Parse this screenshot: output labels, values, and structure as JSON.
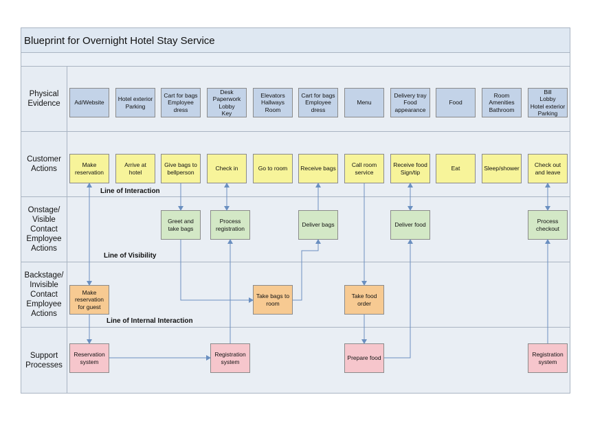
{
  "title": "Blueprint for Overnight Hotel Stay Service",
  "lanes": {
    "physical": "Physical\nEvidence",
    "customer": "Customer\nActions",
    "onstage": "Onstage/\nVisible\nContact\nEmployee\nActions",
    "backstage": "Backstage/\nInvisible\nContact\nEmployee\nActions",
    "support": "Support\nProcesses"
  },
  "lines": {
    "interaction": "Line of Interaction",
    "visibility": "Line of Visibility",
    "internal": "Line of Internal Interaction"
  },
  "physical_evidence": [
    "Ad/Website",
    "Hotel exterior\nParking",
    "Cart for bags\nEmployee\ndress",
    "Desk\nPaperwork\nLobby\nKey",
    "Elevators\nHallways\nRoom",
    "Cart for bags\nEmployee\ndress",
    "Menu",
    "Delivery tray\nFood\nappearance",
    "Food",
    "Room\nAmenities\nBathroom",
    "Bill\nLobby\nHotel exterior\nParking"
  ],
  "customer_actions": [
    "Make\nreservation",
    "Arrive at hotel",
    "Give bags to\nbellperson",
    "Check in",
    "Go to room",
    "Receive bags",
    "Call room\nservice",
    "Receive food\nSign/tip",
    "Eat",
    "Sleep/shower",
    "Check out\nand leave"
  ],
  "onstage_actions": {
    "greet": "Greet and\ntake bags",
    "process_reg": "Process\nregistration",
    "deliver_bags": "Deliver bags",
    "deliver_food": "Deliver food",
    "process_checkout": "Process\ncheckout"
  },
  "backstage_actions": {
    "make_res_guest": "Make\nreservation\nfor guest",
    "take_bags": "Take bags to\nroom",
    "take_food": "Take food\norder"
  },
  "support_processes": {
    "res_system": "Reservation\nsystem",
    "reg_system_1": "Registration\nsystem",
    "prepare_food": "Prepare food",
    "reg_system_2": "Registration\nsystem"
  },
  "colors": {
    "physical": "#c3d3e8",
    "customer": "#f7f49a",
    "onstage": "#d3e8c6",
    "backstage": "#f7ca92",
    "support": "#f6c6cc",
    "arrow": "#6a8fc0"
  }
}
